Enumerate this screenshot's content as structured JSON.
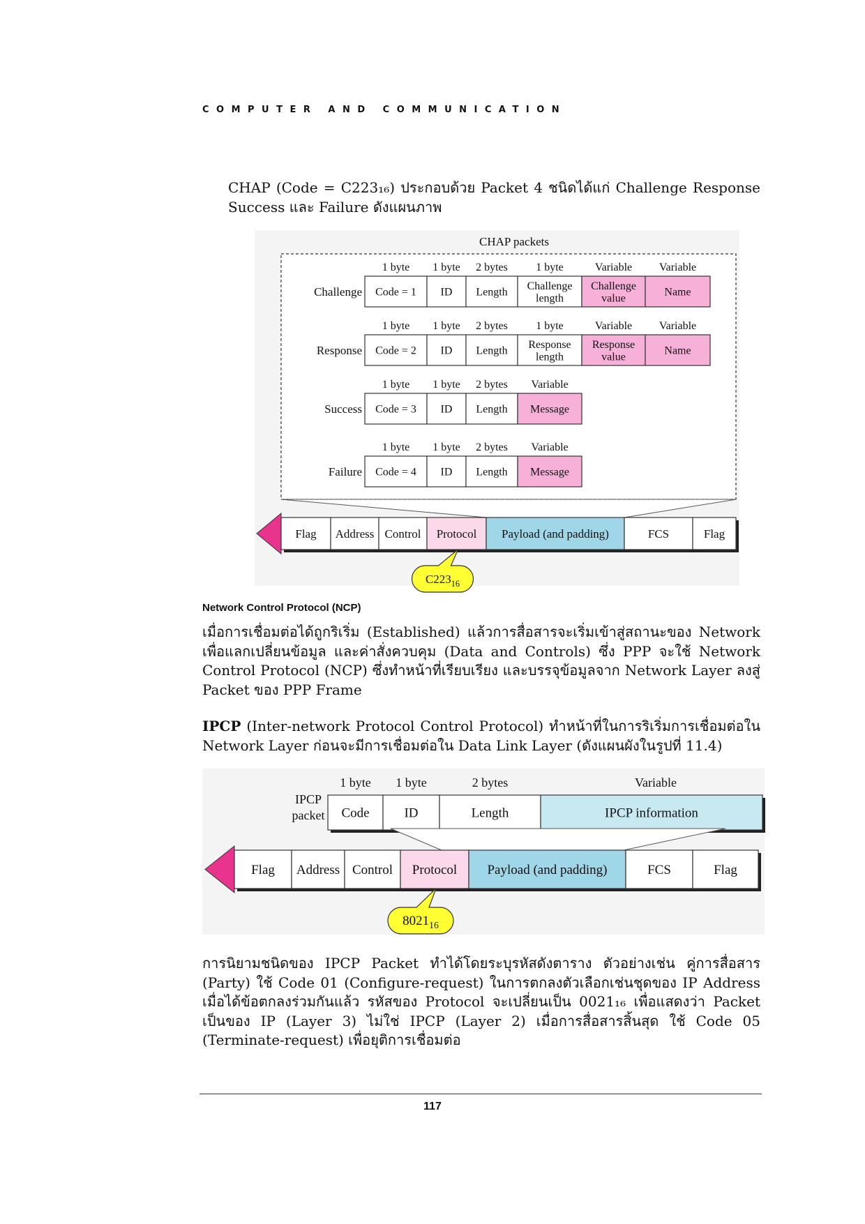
{
  "header": {
    "running_title": "COMPUTER AND COMMUNICATION"
  },
  "intro": {
    "text": "CHAP (Code = C223₁₆) ประกอบด้วย Packet 4 ชนิดได้แก่ Challenge Response Success และ Failure ดังแผนภาพ"
  },
  "chap_figure": {
    "title": "CHAP packets",
    "rows": [
      {
        "label": "Challenge",
        "sizes": [
          "1 byte",
          "1 byte",
          "2 bytes",
          "1 byte",
          "Variable",
          "Variable"
        ],
        "fields": [
          "Code = 1",
          "ID",
          "Length",
          "Challenge length",
          "Challenge value",
          "Name"
        ]
      },
      {
        "label": "Response",
        "sizes": [
          "1 byte",
          "1 byte",
          "2 bytes",
          "1 byte",
          "Variable",
          "Variable"
        ],
        "fields": [
          "Code = 2",
          "ID",
          "Length",
          "Response length",
          "Response value",
          "Name"
        ]
      },
      {
        "label": "Success",
        "sizes": [
          "1 byte",
          "1 byte",
          "2 bytes",
          "Variable"
        ],
        "fields": [
          "Code = 3",
          "ID",
          "Length",
          "Message"
        ]
      },
      {
        "label": "Failure",
        "sizes": [
          "1 byte",
          "1 byte",
          "2 bytes",
          "Variable"
        ],
        "fields": [
          "Code = 4",
          "ID",
          "Length",
          "Message"
        ]
      }
    ],
    "frame": [
      "Flag",
      "Address",
      "Control",
      "Protocol",
      "Payload (and padding)",
      "FCS",
      "Flag"
    ],
    "protocol_value": "C223",
    "protocol_base": "16",
    "colors": {
      "pink": "#f7b0d8",
      "light_pink": "#fcd9ea",
      "blue": "#9fd6e8",
      "light_blue": "#c9e9f2",
      "yellow": "#ffff33",
      "arrow": "#e8348c"
    }
  },
  "ncp": {
    "heading": "Network Control Protocol (NCP)",
    "text": "เมื่อการเชื่อมต่อได้ถูกริเริ่ม (Established) แล้วการสื่อสารจะเริ่มเข้าสู่สถานะของ Network เพื่อแลกเปลี่ยนข้อมูล และค่าสั่งควบคุม (Data and Controls) ซึ่ง PPP จะใช้ Network Control Protocol (NCP) ซึ่งทำหน้าที่เรียบเรียง และบรรจุข้อมูลจาก Network Layer ลงสู่ Packet ของ PPP Frame"
  },
  "ipcp": {
    "term": "IPCP",
    "text": "(Inter-network Protocol Control Protocol) ทำหน้าที่ในการริเริ่มการเชื่อมต่อใน Network Layer ก่อนจะมีการเชื่อมต่อใน Data Link Layer (ดังแผนผังในรูปที่ 11.4)"
  },
  "ipcp_figure": {
    "packet_label": "IPCP packet",
    "sizes": [
      "1 byte",
      "1 byte",
      "2 bytes",
      "Variable"
    ],
    "fields": [
      "Code",
      "ID",
      "Length",
      "IPCP information"
    ],
    "frame": [
      "Flag",
      "Address",
      "Control",
      "Protocol",
      "Payload (and padding)",
      "FCS",
      "Flag"
    ],
    "protocol_value": "8021",
    "protocol_base": "16"
  },
  "definition": {
    "text": "การนิยามชนิดของ IPCP Packet ทำได้โดยระบุรหัสดังตาราง ตัวอย่างเช่น คู่การสื่อสาร (Party) ใช้ Code 01 (Configure-request) ในการตกลงตัวเลือกเช่นชุดของ IP Address เมื่อได้ข้อตกลงร่วมกันแล้ว รหัสของ Protocol จะเปลี่ยนเป็น 0021₁₆ เพื่อแสดงว่า Packet เป็นของ IP (Layer 3) ไม่ใช่ IPCP (Layer 2) เมื่อการสื่อสารสิ้นสุด ใช้ Code 05 (Terminate-request) เพื่อยุติการเชื่อมต่อ"
  },
  "footer": {
    "page_number": "117"
  }
}
